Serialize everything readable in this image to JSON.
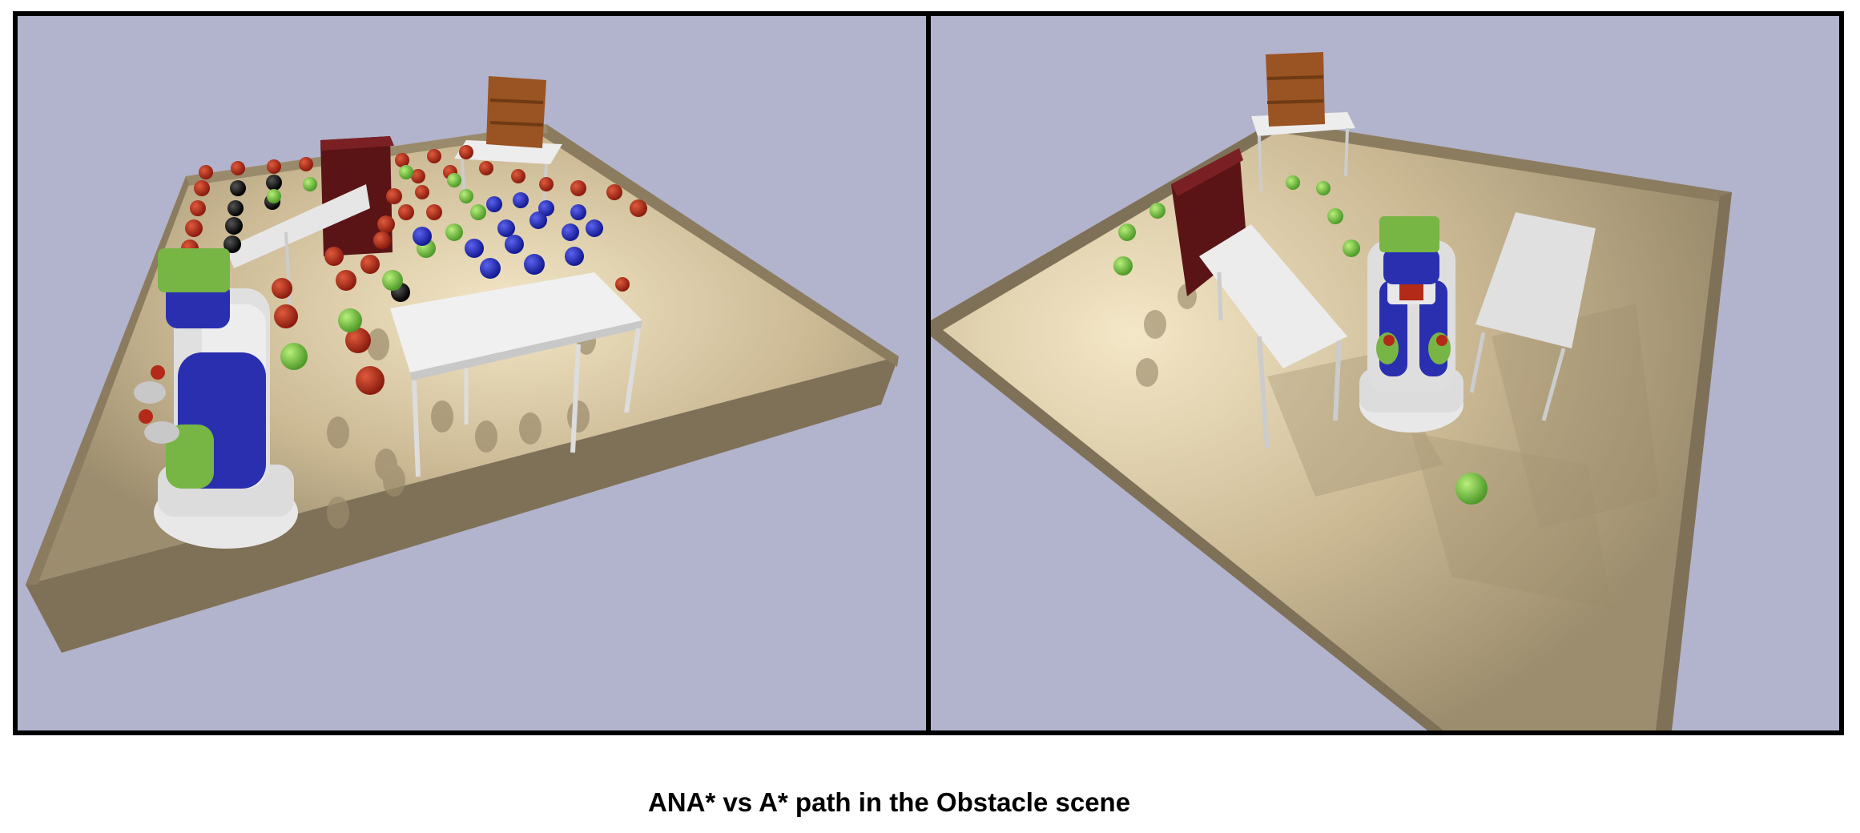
{
  "caption": "ANA* vs A* path in the Obstacle scene",
  "colors": {
    "background": "#b2b3cc",
    "floor": "#c9b892",
    "wall_top": "#a8987a",
    "wall_side": "#7c6e55",
    "table": "#e6e6e6",
    "bookshelf_red": "#5a1416",
    "bookshelf_brown": "#9a5322",
    "robot_blue": "#2a2fb0",
    "robot_green": "#77b544",
    "robot_white": "#e8e8e8",
    "sphere_red": "#b32a18",
    "sphere_green": "#7dc448",
    "sphere_blue": "#2830b8",
    "sphere_black": "#111111"
  },
  "panels": [
    {
      "name": "ana-star-scene",
      "robot_icon": "pr2-robot-icon"
    },
    {
      "name": "a-star-scene",
      "robot_icon": "pr2-robot-icon"
    }
  ]
}
